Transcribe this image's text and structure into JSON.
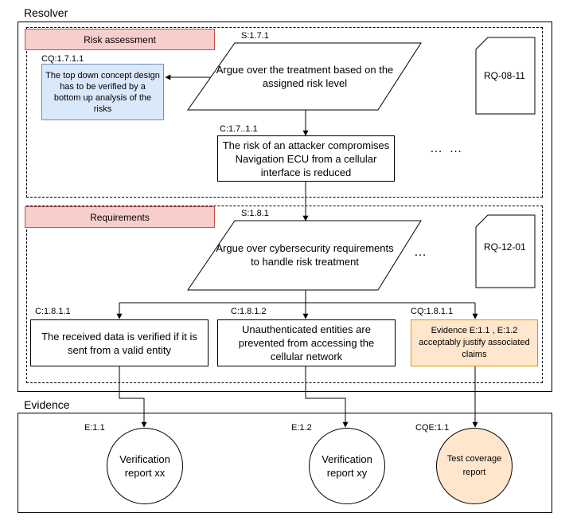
{
  "resolver": {
    "title": "Resolver",
    "risk_assessment": {
      "tag": "Risk assessment",
      "strategy": {
        "id": "S:1.7.1",
        "text": "Argue over the treatment based on the assigned risk level"
      },
      "challenge": {
        "id": "CQ:1.7.1.1",
        "text": "The top down concept design has to be verified by a bottom up analysis of the risks"
      },
      "claim": {
        "id": "C:1.7..1.1",
        "text": "The risk of an attacker compromises Navigation ECU from a cellular interface is reduced"
      },
      "document": "RQ-08-11",
      "ellipsis": "…  …"
    },
    "requirements": {
      "tag": "Requirements",
      "strategy": {
        "id": "S:1.8.1",
        "text": "Argue over cybersecurity requirements to handle risk treatment"
      },
      "document": "RQ-12-01",
      "ellipsis": "…",
      "claims": [
        {
          "id": "C:1.8.1.1",
          "text": "The received data is verified if it is sent from a valid entity"
        },
        {
          "id": "C:1.8.1.2",
          "text": "Unauthenticated entities are prevented from accessing the cellular network"
        },
        {
          "id": "CQ:1.8.1.1",
          "text": "Evidence E:1.1 , E:1.2 acceptably justify associated claims"
        }
      ]
    }
  },
  "evidence": {
    "title": "Evidence",
    "items": [
      {
        "id": "E:1.1",
        "text": "Verification report xx"
      },
      {
        "id": "E:1.2",
        "text": "Verification report xy"
      },
      {
        "id": "CQE:1.1",
        "text": "Test coverage report"
      }
    ]
  },
  "colors": {
    "tag_fill": "#f8cecc",
    "challenge_fill": "#dae8fc",
    "evidence_question_fill": "#ffe6cc",
    "evidence_question_border": "#d79b00"
  }
}
